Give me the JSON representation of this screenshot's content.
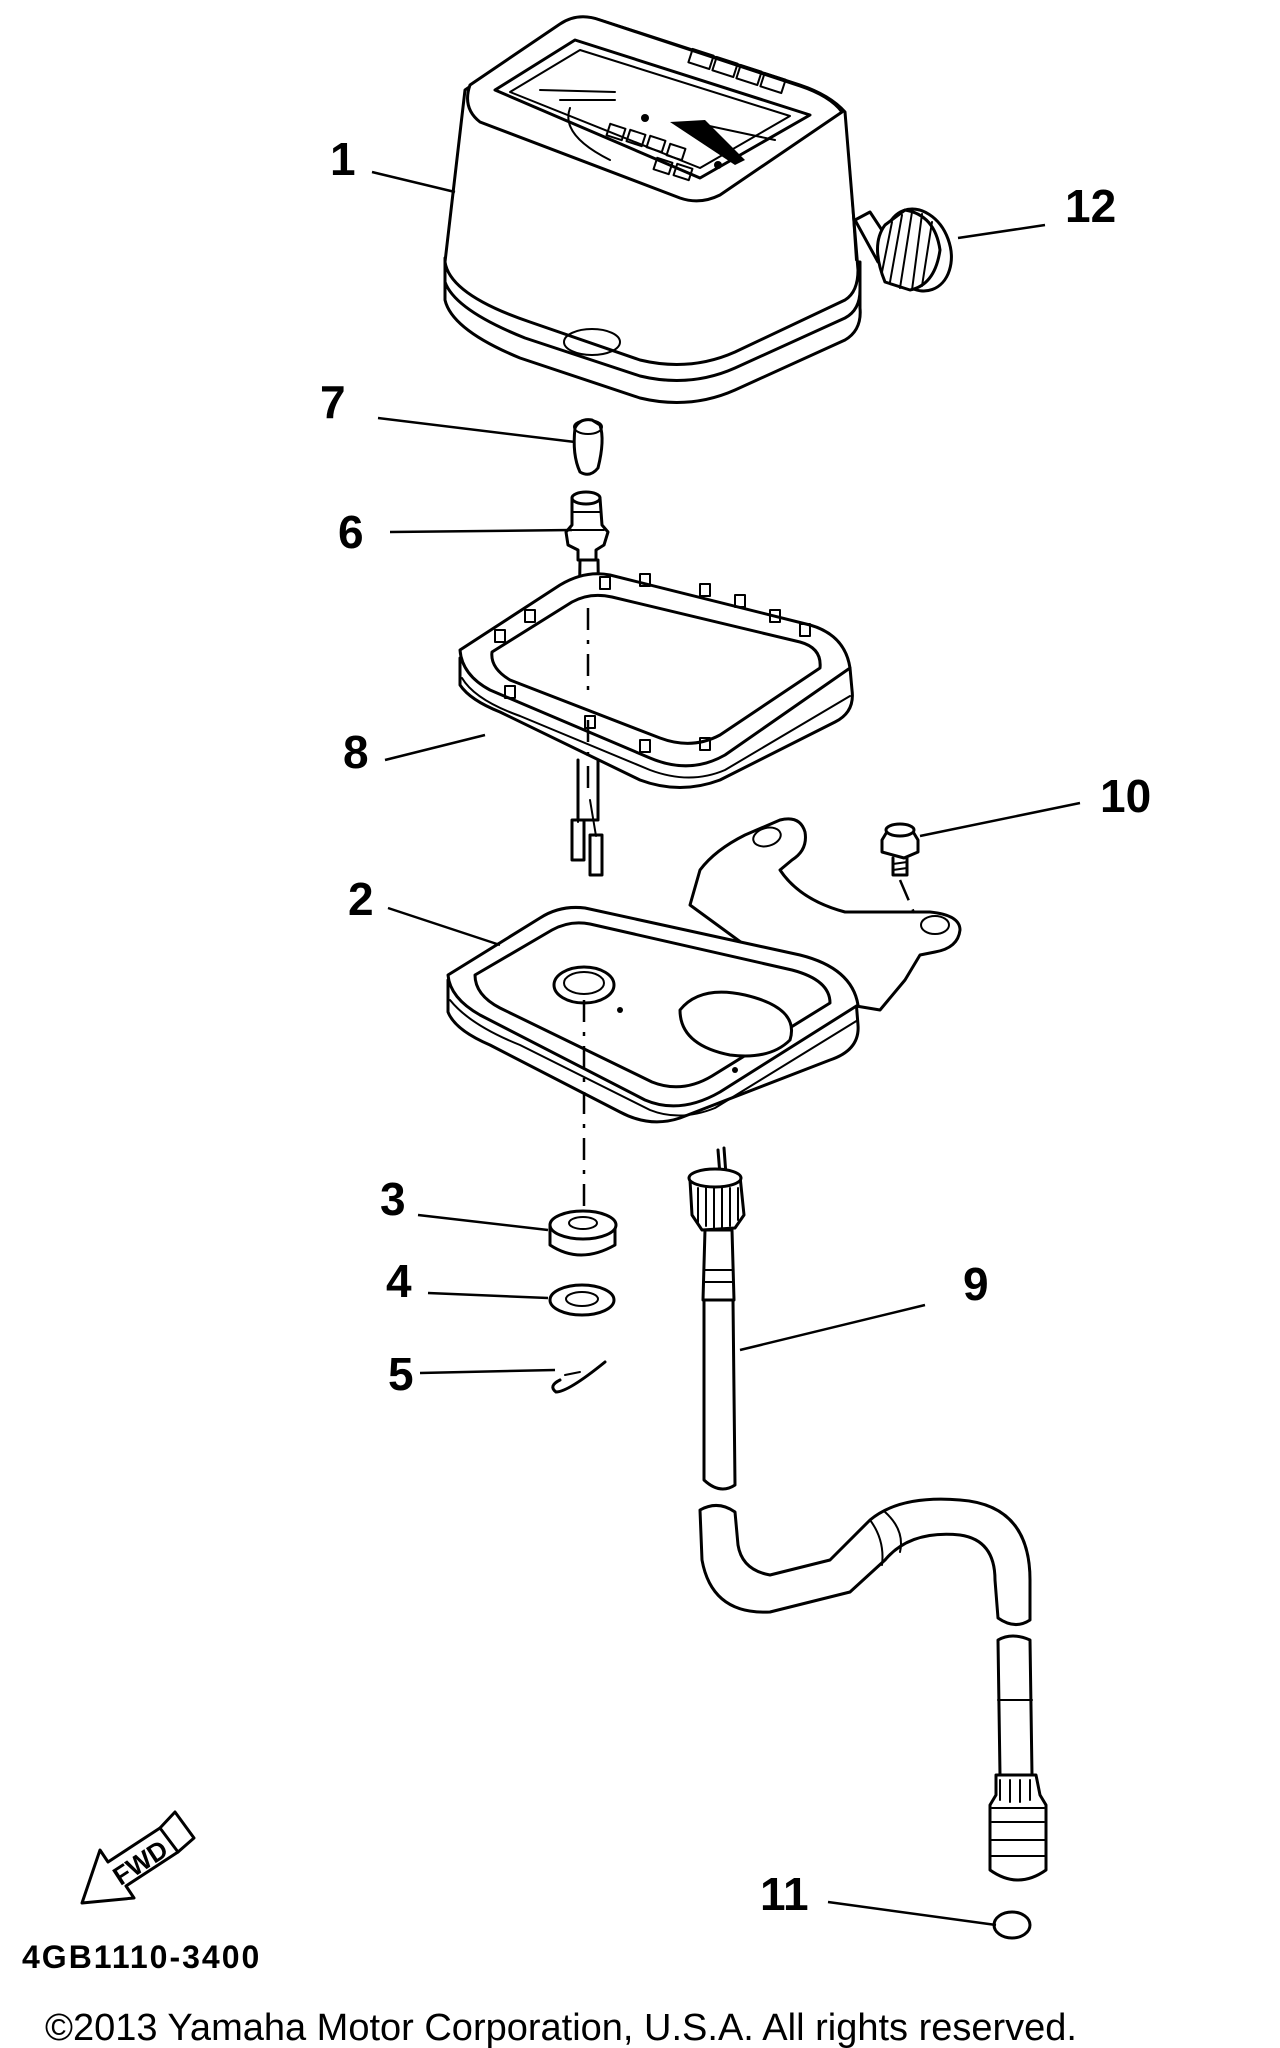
{
  "diagram": {
    "callouts": [
      "1",
      "2",
      "3",
      "4",
      "5",
      "6",
      "7",
      "8",
      "9",
      "10",
      "11",
      "12"
    ],
    "fwd_label": "FWD",
    "drawing_code": "4GB1110-3400",
    "copyright": "©2013 Yamaha Motor Corporation, U.S.A. All rights reserved."
  }
}
